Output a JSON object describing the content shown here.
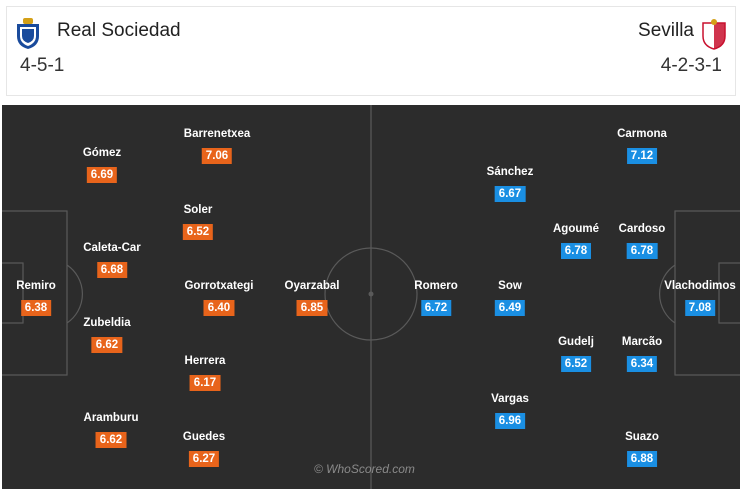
{
  "home": {
    "name": "Real Sociedad",
    "formation": "4-5-1",
    "crest_icon": "real-sociedad-crest-icon",
    "color": "#e8641b",
    "players": [
      {
        "name": "Remiro",
        "rating": "6.38"
      },
      {
        "name": "Gómez",
        "rating": "6.69"
      },
      {
        "name": "Caleta-Car",
        "rating": "6.68"
      },
      {
        "name": "Zubeldia",
        "rating": "6.62"
      },
      {
        "name": "Aramburu",
        "rating": "6.62"
      },
      {
        "name": "Barrenetxea",
        "rating": "7.06"
      },
      {
        "name": "Soler",
        "rating": "6.52"
      },
      {
        "name": "Gorrotxategi",
        "rating": "6.40"
      },
      {
        "name": "Herrera",
        "rating": "6.17"
      },
      {
        "name": "Guedes",
        "rating": "6.27"
      },
      {
        "name": "Oyarzabal",
        "rating": "6.85"
      }
    ]
  },
  "away": {
    "name": "Sevilla",
    "formation": "4-2-3-1",
    "crest_icon": "sevilla-crest-icon",
    "color": "#1a8fe3",
    "players": [
      {
        "name": "Romero",
        "rating": "6.72"
      },
      {
        "name": "Sánchez",
        "rating": "6.67"
      },
      {
        "name": "Sow",
        "rating": "6.49"
      },
      {
        "name": "Vargas",
        "rating": "6.96"
      },
      {
        "name": "Agoumé",
        "rating": "6.78"
      },
      {
        "name": "Gudelj",
        "rating": "6.52"
      },
      {
        "name": "Carmona",
        "rating": "7.12"
      },
      {
        "name": "Cardoso",
        "rating": "6.78"
      },
      {
        "name": "Marcão",
        "rating": "6.34"
      },
      {
        "name": "Suazo",
        "rating": "6.88"
      },
      {
        "name": "Vlachodimos",
        "rating": "7.08"
      }
    ]
  },
  "watermark": "© WhoScored.com"
}
